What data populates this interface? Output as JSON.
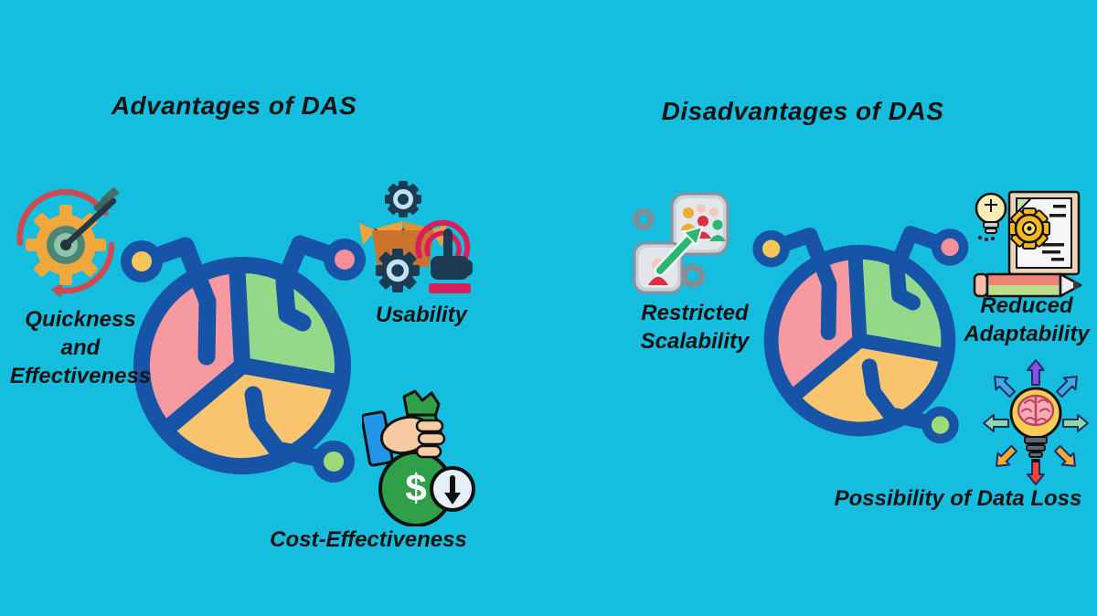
{
  "canvas": {
    "background_color": "#15BDDE"
  },
  "palette": {
    "deep_blue": "#1754A8",
    "slice_pink": "#F799A1",
    "slice_green": "#93D989",
    "slice_yellow": "#FAC56E",
    "node_yellow": "#F6C65B",
    "node_pink": "#F58F99",
    "node_green": "#9ED977",
    "text_color": "#131313"
  },
  "left_panel": {
    "title": "Advantages of DAS",
    "money_bag_symbol": "$",
    "items": [
      {
        "icon": "target-gear-icon",
        "lines": [
          "Quickness",
          "and",
          "Effectiveness"
        ]
      },
      {
        "icon": "open-box-gears-touch-icon",
        "lines": [
          "Usability"
        ]
      },
      {
        "icon": "money-bag-hand-icon",
        "lines": [
          "Cost-Effectiveness"
        ]
      }
    ]
  },
  "right_panel": {
    "title": "Disadvantages of DAS",
    "items": [
      {
        "icon": "user-groups-scaling-icon",
        "lines": [
          "Restricted",
          "Scalability"
        ]
      },
      {
        "icon": "document-gear-lightbulb-icon",
        "lines": [
          "Reduced",
          "Adaptability"
        ]
      },
      {
        "icon": "brain-bulb-arrows-icon",
        "lines": [
          "Possibility of Data Loss"
        ]
      }
    ]
  }
}
